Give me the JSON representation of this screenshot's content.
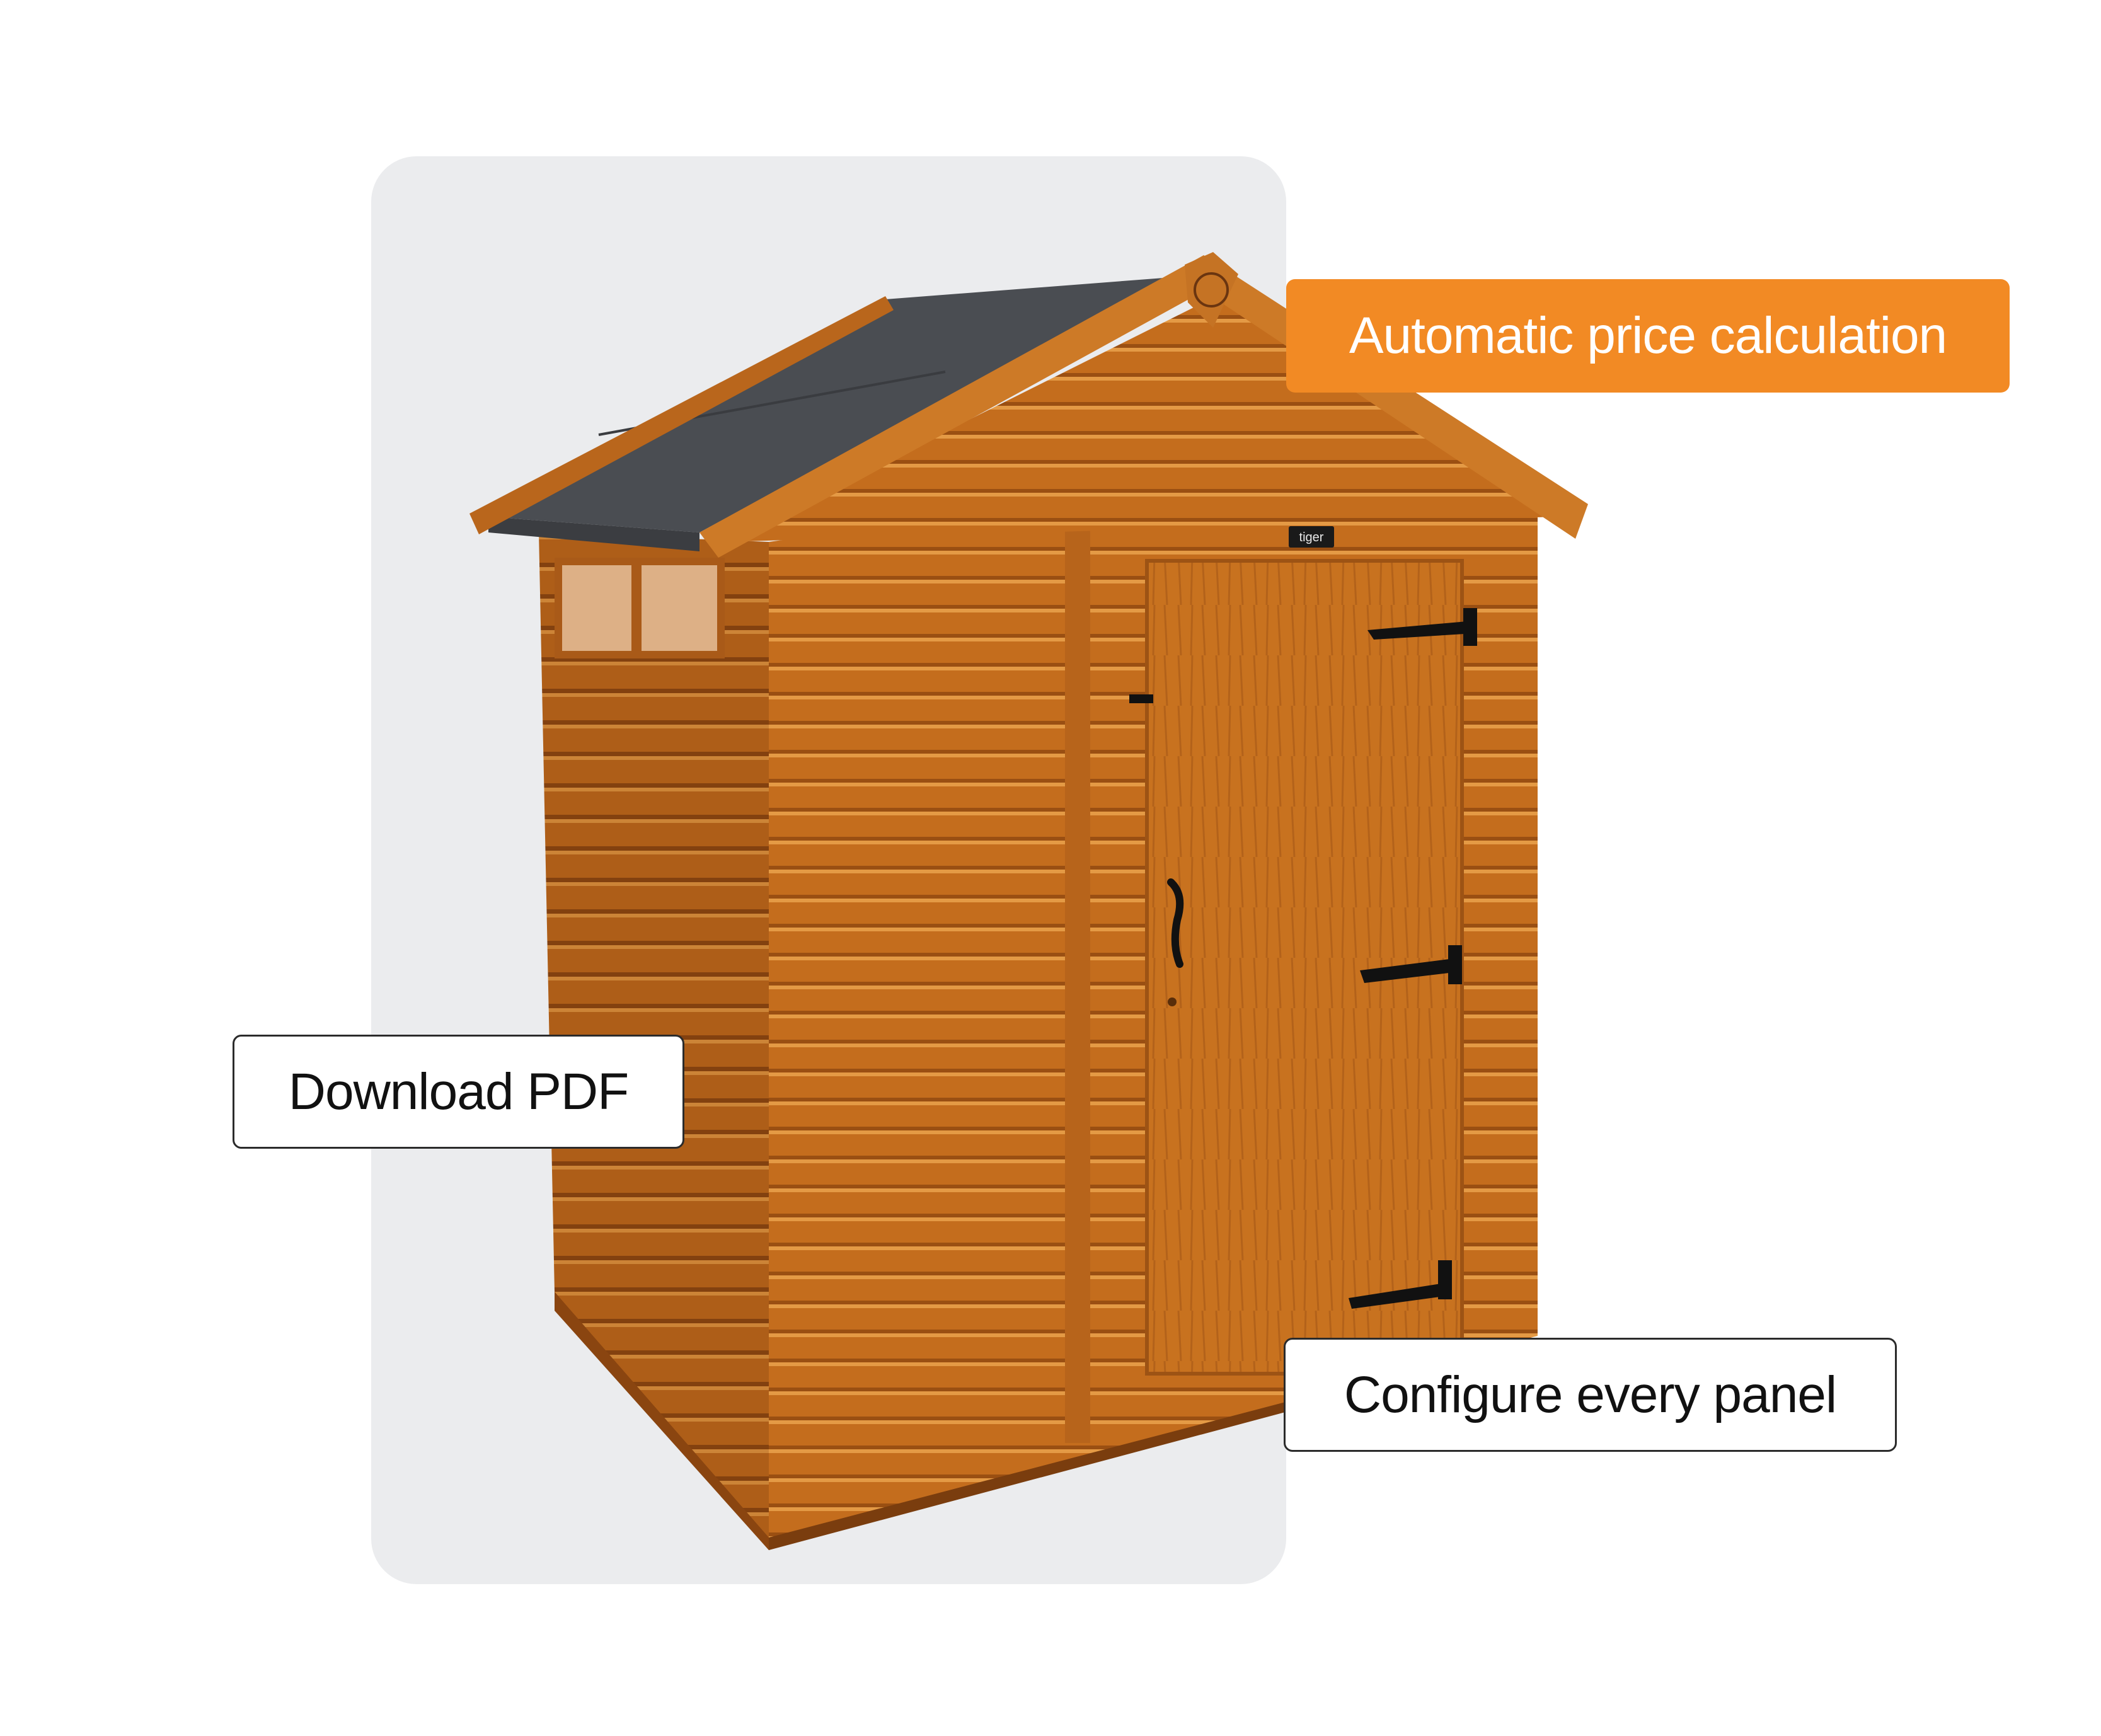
{
  "features": {
    "price_label": "Automatic price calculation",
    "pdf_label": "Download PDF",
    "configure_label": "Configure every panel"
  },
  "shed": {
    "door_badge": "tiger"
  },
  "colors": {
    "accent": "#f28a24",
    "panel_background": "#ebecee",
    "timber": "#c7711f",
    "roof_felt": "#4a4d52",
    "ironmongery": "#111111"
  }
}
